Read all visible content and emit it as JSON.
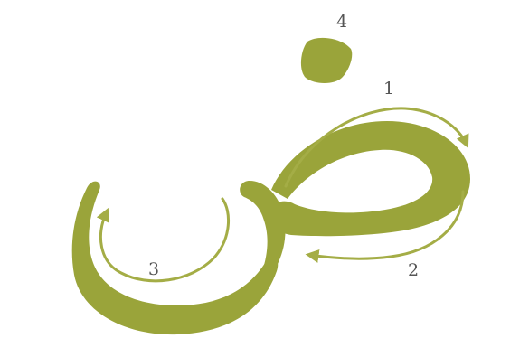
{
  "diagram": {
    "glyph": "ض",
    "colors": {
      "ink": "#9aa43a",
      "arrow": "#a4ad46",
      "label": "#555555",
      "baseline_start": "#7fe7f0",
      "baseline_end": "#d77be0",
      "background": "#ffffff"
    },
    "strokes": [
      {
        "order": "1",
        "label": "1"
      },
      {
        "order": "2",
        "label": "2"
      },
      {
        "order": "3",
        "label": "3"
      },
      {
        "order": "4",
        "label": "4"
      }
    ]
  }
}
